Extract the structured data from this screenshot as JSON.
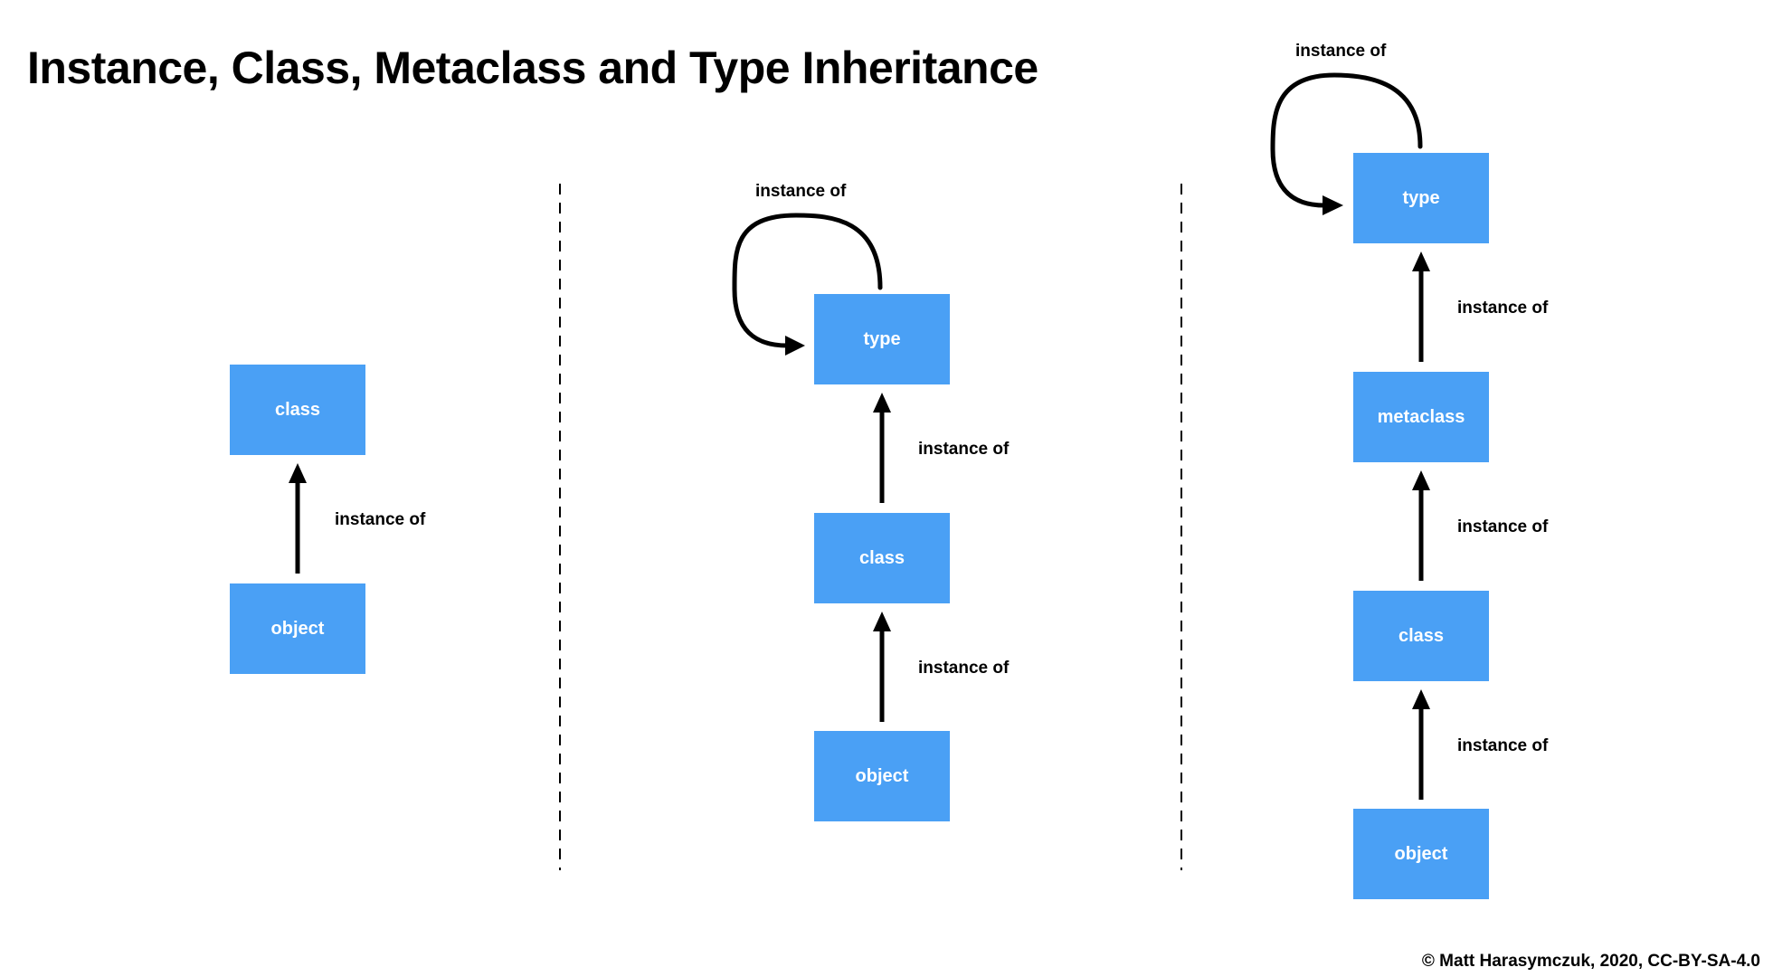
{
  "title": "Instance, Class, Metaclass and Type Inheritance",
  "credit": "© Matt Harasymczuk, 2020, CC-BY-SA-4.0",
  "colors": {
    "box_fill": "#4aa0f5",
    "box_text": "#ffffff",
    "arrow": "#000000",
    "divider": "#000000"
  },
  "panels": [
    {
      "nodes": {
        "class": "class",
        "object": "object"
      },
      "edges": {
        "object_to_class": "instance of"
      }
    },
    {
      "nodes": {
        "type": "type",
        "class": "class",
        "object": "object"
      },
      "edges": {
        "type_self": "instance of",
        "class_to_type": "instance of",
        "object_to_class": "instance of"
      }
    },
    {
      "nodes": {
        "type": "type",
        "metaclass": "metaclass",
        "class": "class",
        "object": "object"
      },
      "edges": {
        "type_self": "instance of",
        "metaclass_to_type": "instance of",
        "class_to_metaclass": "instance of",
        "object_to_class": "instance of"
      }
    }
  ]
}
